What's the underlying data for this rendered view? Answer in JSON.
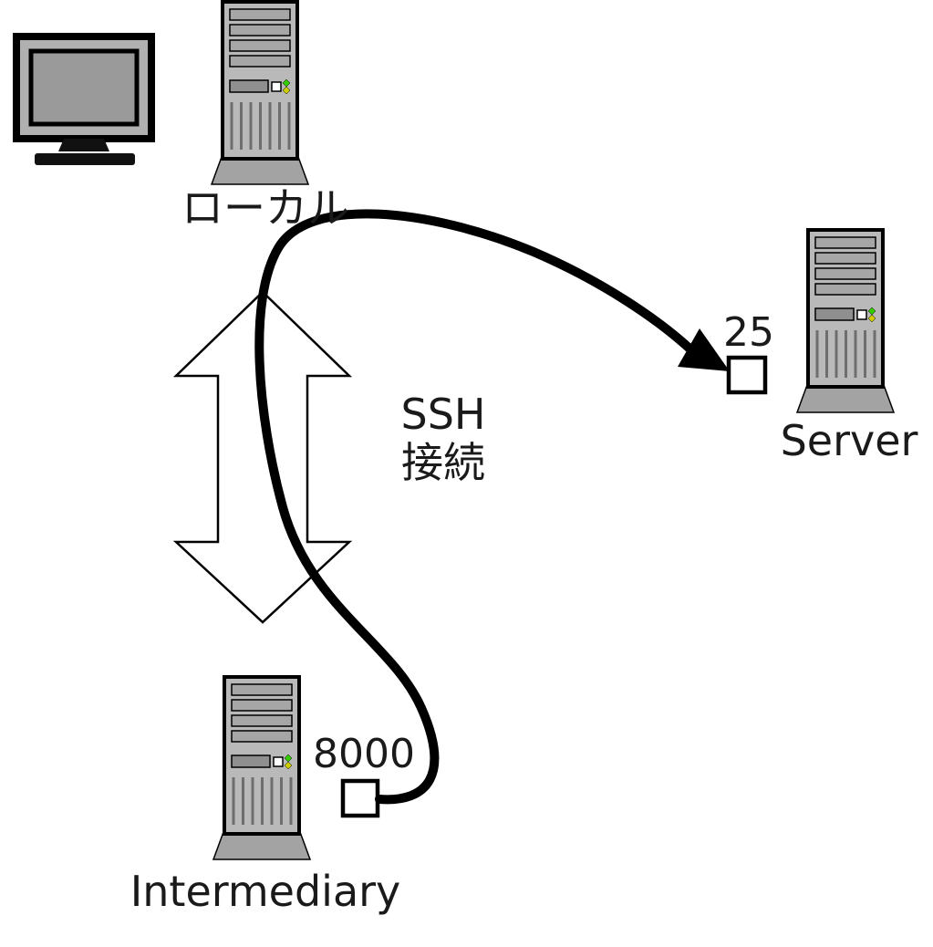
{
  "diagram": {
    "local": {
      "label": "ローカル"
    },
    "server": {
      "label": "Server",
      "port_label": "25"
    },
    "intermediary": {
      "label": "Intermediary",
      "port_label": "8000"
    },
    "ssh_connection": {
      "line1": "SSH",
      "line2": "接続"
    },
    "icons": {
      "local_display": "crt-monitor-icon",
      "local_machine": "computer-tower-icon",
      "server_machine": "computer-tower-icon",
      "intermediary_machine": "computer-tower-icon",
      "tunnel": "double-headed-arrow-icon",
      "forwarded_connection": "curved-arrow-icon"
    },
    "colors": {
      "background": "#ffffff",
      "tower_body": "#b9b9b9",
      "tower_shadow": "#a3a3a3",
      "outline": "#000000",
      "led_green": "#33cc00",
      "led_yellow": "#cccc00",
      "port_box_fill": "#ffffff"
    }
  }
}
